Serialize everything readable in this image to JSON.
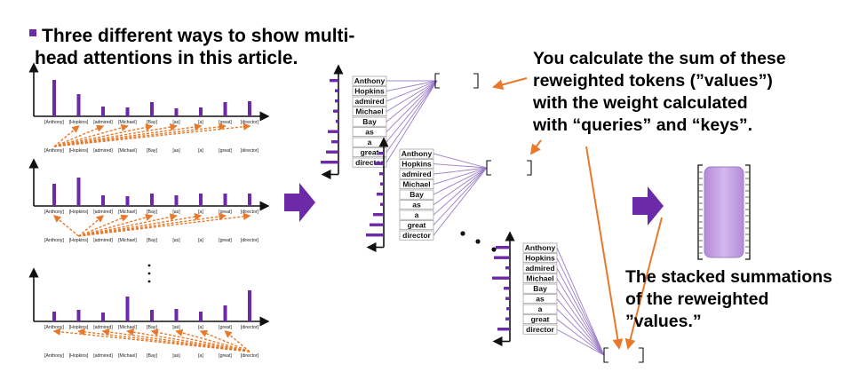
{
  "slide": {
    "title_lines": [
      "Three different ways to show multi-",
      "head attentions in this article."
    ],
    "callout_values_lines": [
      "You calculate the sum of these",
      "reweighted tokens (”values”)",
      "with the weight calculated",
      "with “queries” and  “keys”."
    ],
    "callout_stack_lines": [
      "The stacked summations",
      "of the reweighted",
      "”values.”"
    ],
    "tokens": [
      "Anthony",
      "Hopkins",
      "admired",
      "Michael",
      "Bay",
      "as",
      "a",
      "great",
      "director"
    ],
    "colors": {
      "bar_purple": "#6c2aa8",
      "arrow_orange": "#e8792a",
      "light_purple": "#c9a6e6",
      "line_purple": "#9b7cc8"
    },
    "icons": [
      "bullet-square-icon",
      "right-arrow-icon",
      "orange-arrow-icon",
      "ellipsis-dots-icon",
      "bracket-icon"
    ]
  }
}
